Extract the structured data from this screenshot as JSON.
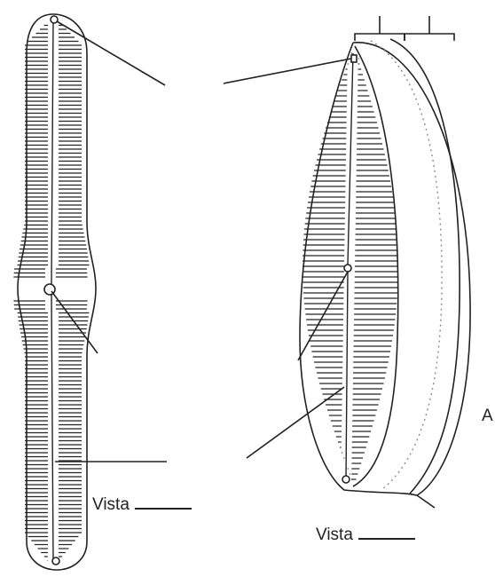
{
  "labels": {
    "left_view": "Vista",
    "right_view": "Vista",
    "edge_letter": "A"
  },
  "colors": {
    "ink": "#222222",
    "dotted": "#8a8a8a",
    "background": "#ffffff"
  }
}
